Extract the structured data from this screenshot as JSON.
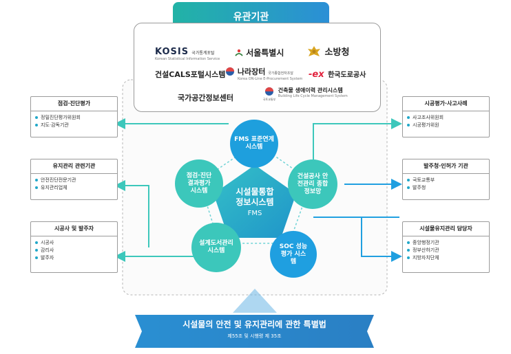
{
  "header": {
    "title": "유관기관"
  },
  "orgs": [
    {
      "name": "KOSIS",
      "sub_ko": "국가통계포털",
      "sub_en": "Korean Statistical Information Service"
    },
    {
      "name": "서울특별시"
    },
    {
      "name": "소방청"
    },
    {
      "name": "건설CALS포털시스템"
    },
    {
      "name": "나라장터",
      "sub_ko": "국가종합전자조달",
      "sub_en": "Korea ON-Line E-Procurement System"
    },
    {
      "name": "한국도로공사"
    },
    {
      "name": "국가공간정보센터"
    },
    {
      "name": "건축물 생애이력 관리시스템",
      "sub_ko": "국토교통부",
      "sub_en": "Building Life Cycle Management System"
    }
  ],
  "center": {
    "title": "시설물통합 정보시스템",
    "sub": "FMS"
  },
  "nodes": [
    {
      "id": "top",
      "label": "FMS 표준연계 시스템"
    },
    {
      "id": "right",
      "label": "건설공사 안전관리 종합정보망"
    },
    {
      "id": "bottom-right",
      "label": "SOC 성능평가 시스템"
    },
    {
      "id": "bottom-left",
      "label": "설계도서관리 시스템"
    },
    {
      "id": "left",
      "label": "점검·진단 결과평가 시스템"
    }
  ],
  "left_boxes": [
    {
      "title": "점검·진단평가",
      "items": [
        "정밀진단평가위원회",
        "지도·감독기관"
      ]
    },
    {
      "title": "유지관리 관련기관",
      "items": [
        "안전진단전문기관",
        "유지관리업체"
      ]
    },
    {
      "title": "시공사 및 발주자",
      "items": [
        "시공사",
        "감리사",
        "발주자"
      ]
    }
  ],
  "right_boxes": [
    {
      "title": "시공평가·사고사례",
      "items": [
        "사고조사위원회",
        "시공평가위원"
      ]
    },
    {
      "title": "발주청·인허가 기관",
      "items": [
        "국토교통부",
        "발주청"
      ]
    },
    {
      "title": "시설물유지관리 담당자",
      "items": [
        "중앙행정기관",
        "정부산하기관",
        "지방자치단체"
      ]
    }
  ],
  "law": {
    "title": "시설물의 안전 및 유지관리에 관한 특별법",
    "sub": "제55조 및 시행령 제 35조"
  },
  "colors": {
    "teal": "#2fb8b0",
    "blue": "#2b8fd6",
    "sky": "#1f9fe0",
    "mint": "#3cc7bb",
    "pentagon": "#2db1c4",
    "banner": "#2f86c8"
  },
  "icons": [
    "kosis-logo",
    "seoul-logo",
    "fire-agency-emblem",
    "narajangteo-logo",
    "ex-logo",
    "molit-emblem"
  ]
}
